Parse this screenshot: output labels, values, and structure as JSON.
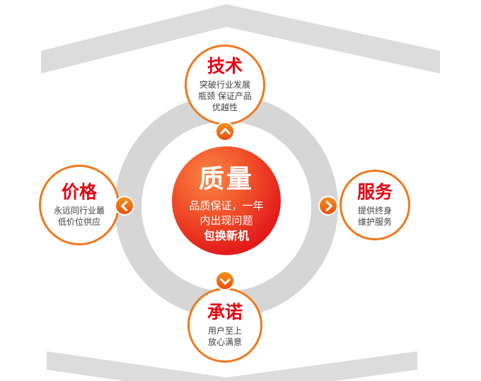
{
  "diagram": {
    "center": {
      "title": "质量",
      "lines": [
        "品质保证，一年",
        "内出现问题",
        "包换新机"
      ]
    },
    "top": {
      "title": "技术",
      "lines": [
        "突破行业发展",
        "瓶颈 保证产品",
        "优越性"
      ]
    },
    "left": {
      "title": "价格",
      "lines": [
        "永远同行业最",
        "低价位供应"
      ]
    },
    "right": {
      "title": "服务",
      "lines": [
        "提供终身",
        "维护服务"
      ]
    },
    "bottom": {
      "title": "承诺",
      "lines": [
        "用户至上",
        "放心满意"
      ]
    }
  },
  "colors": {
    "accent_red": "#e60013",
    "accent_orange": "#f0781e",
    "center_red_gradient_start": "#fc8544",
    "center_red_gradient_end": "#d60d13",
    "shape_gray": "#dcdcdc",
    "ring_gray": "#d6d6d6",
    "body_text": "#3f3f3f"
  }
}
